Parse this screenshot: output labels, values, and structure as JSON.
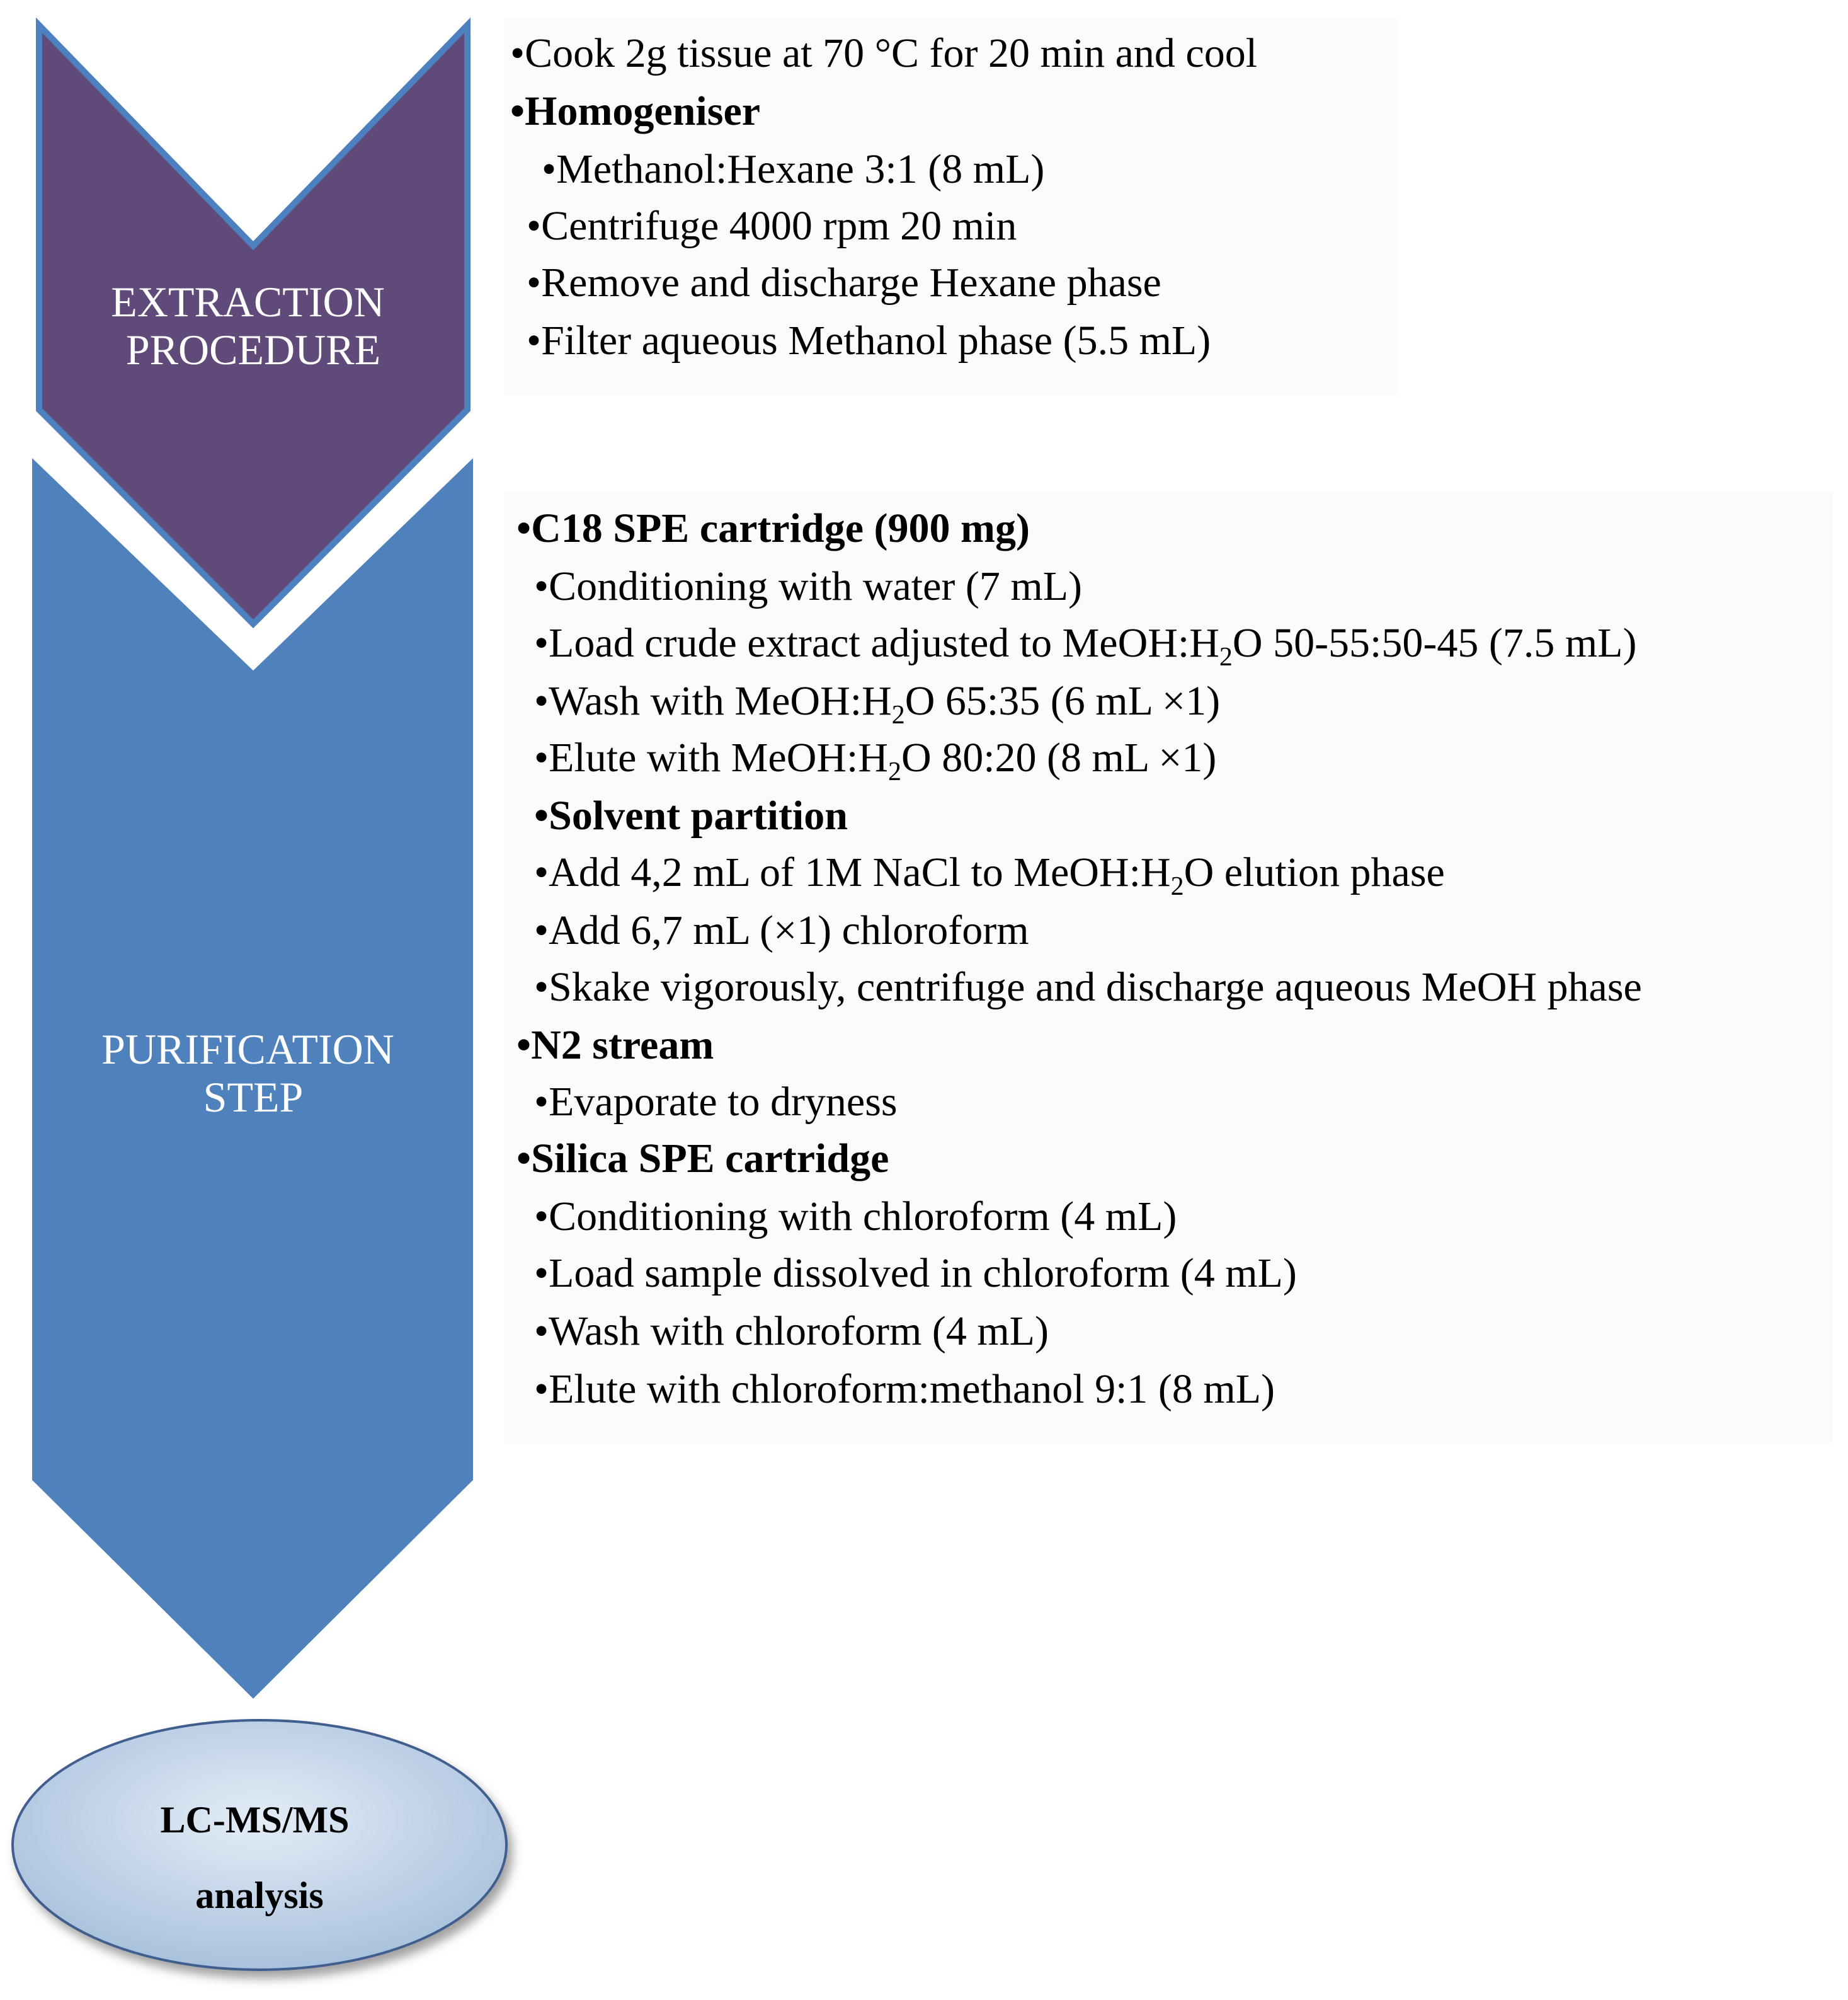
{
  "colors": {
    "extraction_fill": "#5f4a7a",
    "extraction_border": "#4d80bf",
    "purification_fill": "#4f81bd",
    "final_fill_center": "#e4edf7",
    "final_fill_edge": "#a9c1dd",
    "final_border": "#3f5f8f"
  },
  "stages": {
    "extraction": {
      "line1": "EXTRACTION",
      "line2": "PROCEDURE"
    },
    "purification": {
      "line1": "PURIFICATION",
      "line2": "STEP"
    },
    "final": {
      "line1": "LC-MS/MS",
      "line2": "analysis"
    }
  },
  "extraction_steps": [
    "•Cook 2g tissue at 70 °C for 20 min and cool",
    "•Homogeniser",
    "•Methanol:Hexane 3:1 (8 mL)",
    "•Centrifuge 4000 rpm 20 min",
    "•Remove and discharge Hexane phase",
    "•Filter aqueous Methanol phase (5.5 mL)"
  ],
  "purification_steps": [
    "•C18 SPE cartridge (900 mg)",
    "•Conditioning with water (7 mL)",
    {
      "pre": "•Load crude extract adjusted to MeOH:H",
      "sub": "2",
      "post": "O 50-55:50-45 (7.5 mL)"
    },
    {
      "pre": "•Wash with MeOH:H",
      "sub": "2",
      "post": "O 65:35 (6 mL ×1)"
    },
    {
      "pre": "•Elute with MeOH:H",
      "sub": "2",
      "post": "O 80:20 (8 mL ×1)"
    },
    "•Solvent partition",
    {
      "pre": "•Add 4,2 mL of 1M NaCl to MeOH:H",
      "sub": "2",
      "post": "O elution phase"
    },
    "•Add 6,7 mL (×1) chloroform",
    "•Skake vigorously, centrifuge and discharge aqueous MeOH phase",
    "•N2 stream",
    "•Evaporate to dryness",
    "•Silica SPE cartridge",
    "•Conditioning with chloroform (4 mL)",
    "•Load sample dissolved in chloroform (4 mL)",
    "•Wash with chloroform (4 mL)",
    "•Elute with chloroform:methanol 9:1 (8 mL)"
  ]
}
